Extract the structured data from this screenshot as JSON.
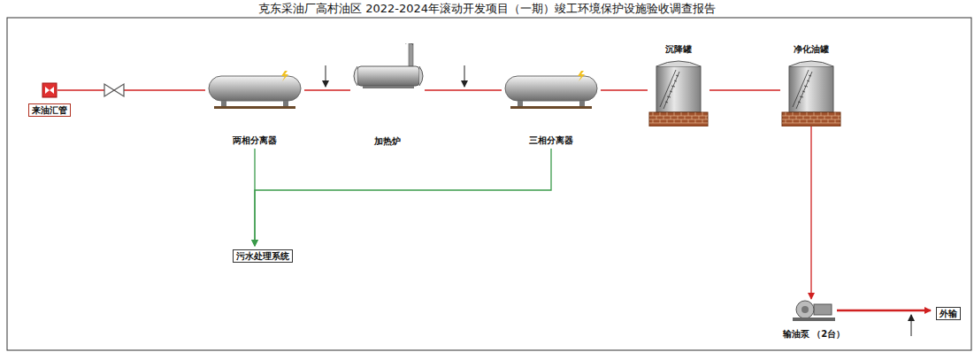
{
  "diagram": {
    "nodes": [
      {
        "text": [
          "来油汇管"
        ]
      },
      {
        "text": [
          "两相分离器"
        ]
      },
      {
        "text": [
          "加热炉"
        ]
      },
      {
        "text": [
          "三相分离器"
        ]
      },
      {
        "text": [
          "沉降罐"
        ]
      },
      {
        "text": [
          "净化油罐"
        ]
      },
      {
        "text": [
          "污水处理系统"
        ]
      },
      {
        "text": [
          "输油泵 （2台）"
        ]
      },
      {
        "text": [
          "外输"
        ]
      }
    ],
    "edges": [
      {
        "from": 0,
        "to": 1,
        "arrow": "none"
      },
      {
        "from": 1,
        "to": 2,
        "arrow": "none"
      },
      {
        "from": 2,
        "to": 3,
        "arrow": "none"
      },
      {
        "from": 3,
        "to": 4,
        "arrow": "none"
      },
      {
        "from": 4,
        "to": 5,
        "arrow": "none"
      },
      {
        "from": 5,
        "to": 7,
        "arrow": "to"
      },
      {
        "from": 7,
        "to": 8,
        "arrow": "to"
      },
      {
        "from": 1,
        "to": 6,
        "arrow": "to"
      },
      {
        "from": 3,
        "to": 6,
        "arrow": "to"
      }
    ],
    "labels": [
      "克东采油厂高村油区 2022-2024年滚动开发项目（一期）竣工环境保护设施验收调查报告"
    ]
  }
}
